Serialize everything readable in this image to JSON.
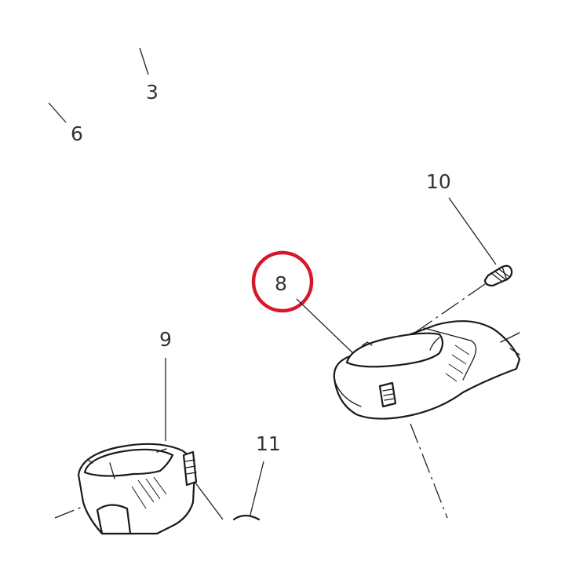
{
  "callouts": {
    "c3": "3",
    "c6": "6",
    "c8": "8",
    "c9": "9",
    "c10": "10",
    "c11": "11"
  },
  "colors": {
    "highlight": "#d6172a",
    "line": "#1a1a1a",
    "text": "#333333"
  },
  "icons": {
    "highlight": "red-circle-highlight",
    "parts": [
      "clamp-bracket",
      "screw",
      "handle-housing"
    ]
  }
}
